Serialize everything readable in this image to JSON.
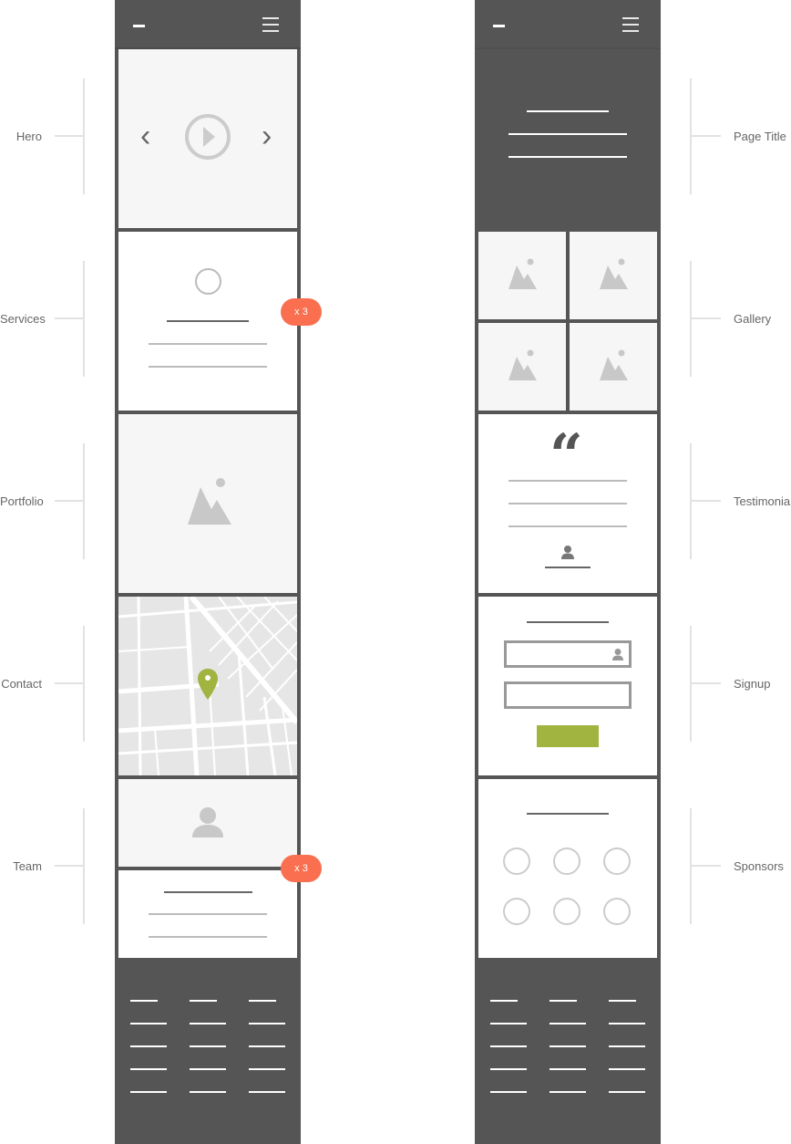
{
  "labels_left": [
    {
      "id": "hero",
      "text": "Hero"
    },
    {
      "id": "services",
      "text": "Services"
    },
    {
      "id": "portfolio",
      "text": "Portfolio"
    },
    {
      "id": "contact",
      "text": "Contact"
    },
    {
      "id": "team",
      "text": "Team"
    }
  ],
  "labels_right": [
    {
      "id": "page-title",
      "text": "Page Title"
    },
    {
      "id": "gallery",
      "text": "Gallery"
    },
    {
      "id": "testimonial",
      "text": "Testimonial"
    },
    {
      "id": "signup",
      "text": "Signup"
    },
    {
      "id": "sponsors",
      "text": "Sponsors"
    }
  ],
  "badges": {
    "services": "x 3",
    "team": "x 3"
  },
  "hero": {
    "prev_arrow": "‹",
    "next_arrow": "›"
  },
  "testimonial": {
    "quote_glyph": "“"
  },
  "colors": {
    "frame": "#555555",
    "panel_light": "#f6f6f6",
    "panel_white": "#ffffff",
    "badge": "#fa6f50",
    "accent_green": "#a0b43f",
    "icon_gray": "#c8c8c8"
  }
}
